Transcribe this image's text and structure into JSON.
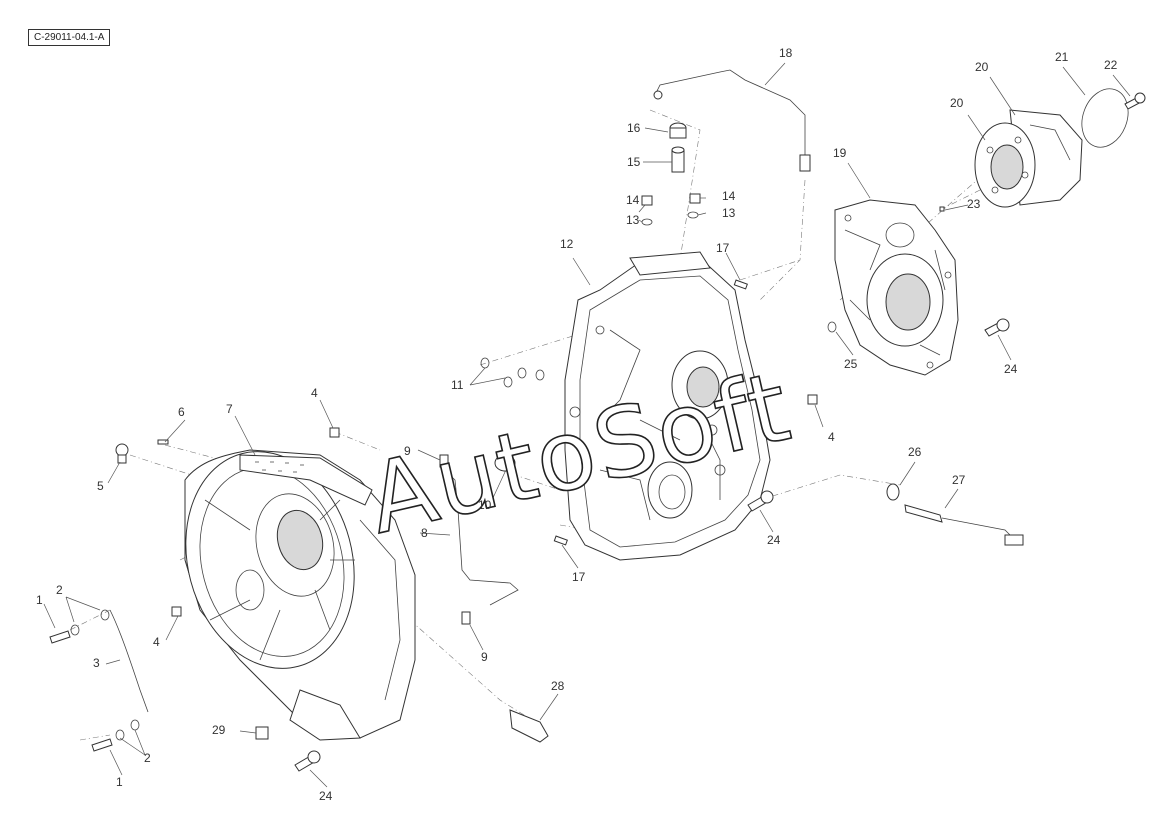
{
  "reference_code": "C-29011-04.1-A",
  "watermark": "AutoSoft",
  "callouts": [
    {
      "id": "c1a",
      "label": "1"
    },
    {
      "id": "c1b",
      "label": "1"
    },
    {
      "id": "c2a",
      "label": "2"
    },
    {
      "id": "c2b",
      "label": "2"
    },
    {
      "id": "c3",
      "label": "3"
    },
    {
      "id": "c4a",
      "label": "4"
    },
    {
      "id": "c4b",
      "label": "4"
    },
    {
      "id": "c4c",
      "label": "4"
    },
    {
      "id": "c5",
      "label": "5"
    },
    {
      "id": "c6",
      "label": "6"
    },
    {
      "id": "c7",
      "label": "7"
    },
    {
      "id": "c8",
      "label": "8"
    },
    {
      "id": "c9a",
      "label": "9"
    },
    {
      "id": "c9b",
      "label": "9"
    },
    {
      "id": "c10",
      "label": "10"
    },
    {
      "id": "c11",
      "label": "11"
    },
    {
      "id": "c12",
      "label": "12"
    },
    {
      "id": "c13a",
      "label": "13"
    },
    {
      "id": "c13b",
      "label": "13"
    },
    {
      "id": "c14a",
      "label": "14"
    },
    {
      "id": "c14b",
      "label": "14"
    },
    {
      "id": "c15",
      "label": "15"
    },
    {
      "id": "c16",
      "label": "16"
    },
    {
      "id": "c17a",
      "label": "17"
    },
    {
      "id": "c17b",
      "label": "17"
    },
    {
      "id": "c18",
      "label": "18"
    },
    {
      "id": "c19",
      "label": "19"
    },
    {
      "id": "c20a",
      "label": "20"
    },
    {
      "id": "c20b",
      "label": "20"
    },
    {
      "id": "c21",
      "label": "21"
    },
    {
      "id": "c22",
      "label": "22"
    },
    {
      "id": "c23",
      "label": "23"
    },
    {
      "id": "c24a",
      "label": "24"
    },
    {
      "id": "c24b",
      "label": "24"
    },
    {
      "id": "c24c",
      "label": "24"
    },
    {
      "id": "c25",
      "label": "25"
    },
    {
      "id": "c26",
      "label": "26"
    },
    {
      "id": "c27",
      "label": "27"
    },
    {
      "id": "c28",
      "label": "28"
    },
    {
      "id": "c29",
      "label": "29"
    }
  ]
}
